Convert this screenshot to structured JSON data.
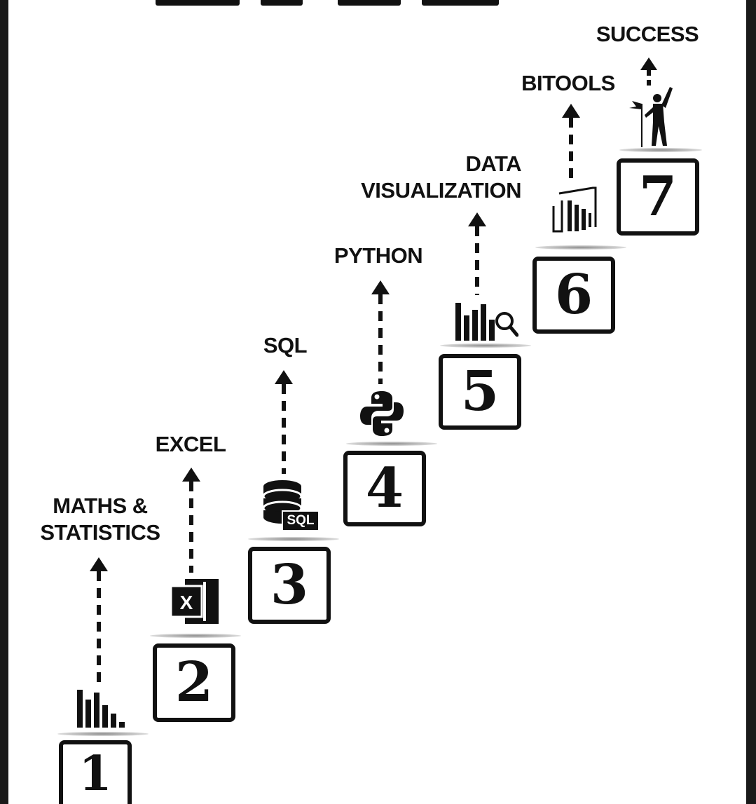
{
  "steps": [
    {
      "number": "1",
      "label_lines": [
        "MATHS &",
        "STATISTICS"
      ],
      "icon": "bar-chart-icon"
    },
    {
      "number": "2",
      "label_lines": [
        "EXCEL"
      ],
      "icon": "excel-icon"
    },
    {
      "number": "3",
      "label_lines": [
        "SQL"
      ],
      "icon": "database-sql-icon",
      "icon_text": "SQL"
    },
    {
      "number": "4",
      "label_lines": [
        "PYTHON"
      ],
      "icon": "python-icon"
    },
    {
      "number": "5",
      "label_lines": [
        "DATA",
        "VISUALIZATION"
      ],
      "icon": "chart-search-icon"
    },
    {
      "number": "6",
      "label_lines": [
        "BITOOLS"
      ],
      "icon": "power-bi-icon"
    },
    {
      "number": "7",
      "label_lines": [
        "SUCCESS"
      ],
      "icon": "climber-flag-icon"
    }
  ],
  "colors": {
    "ink": "#111111",
    "background": "#ffffff",
    "frame": "#1a1a1a"
  }
}
